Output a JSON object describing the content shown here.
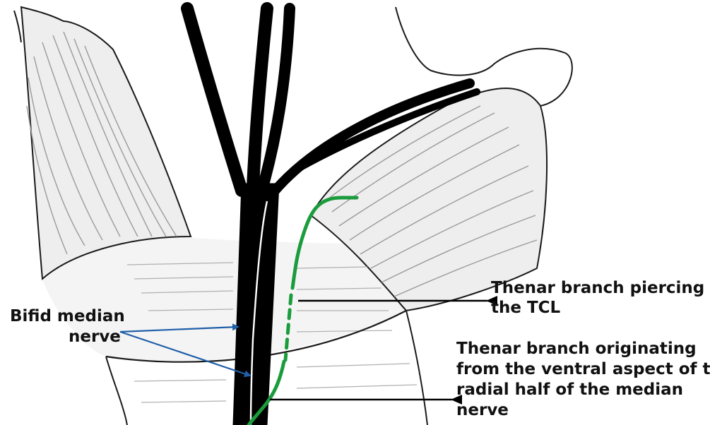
{
  "labels": {
    "bifid_line1": "Bifid median",
    "bifid_line2": "nerve",
    "piercing_line1": "Thenar branch piercing",
    "piercing_line2": "the TCL",
    "originating_line1": "Thenar branch originating",
    "originating_line2": "from the ventral aspect of the",
    "originating_line3": "radial half of the median",
    "originating_line4": "nerve"
  },
  "colors": {
    "nerve": "#000000",
    "thenar_branch": "#1a9c3c",
    "pointer_blue": "#1f5fa8",
    "pointer_black": "#000000",
    "muscle_fill": "#f1f1f1",
    "outline": "#1a1a1a",
    "split_line": "#ffffff"
  }
}
